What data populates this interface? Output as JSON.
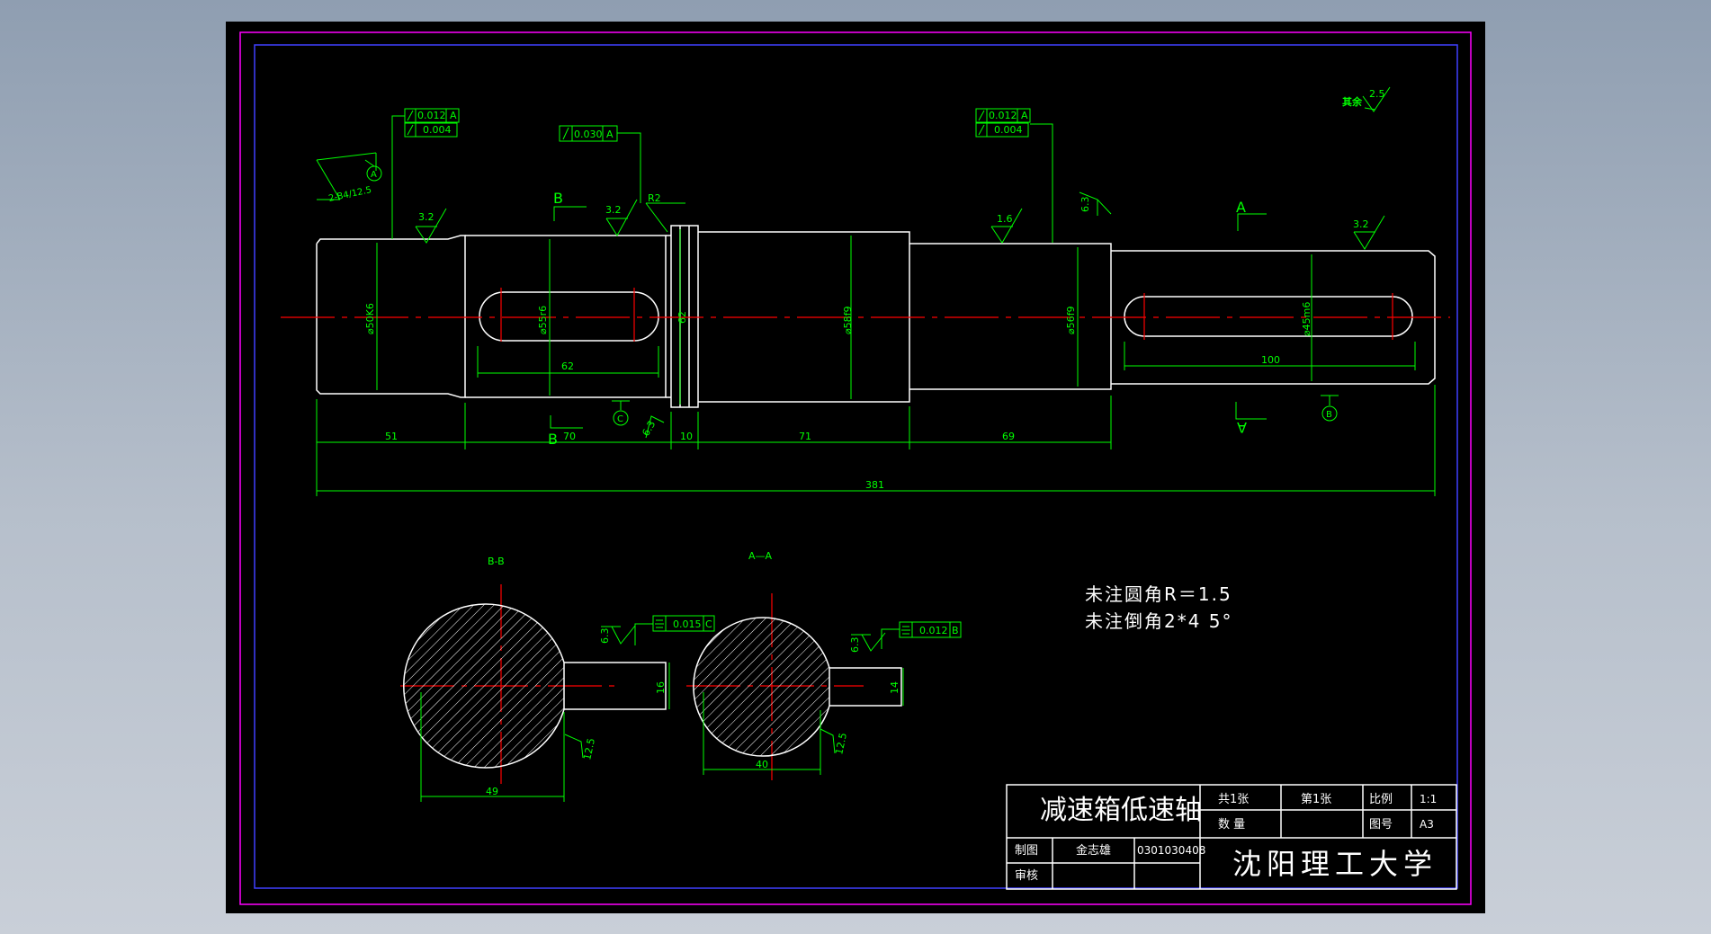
{
  "drawing": {
    "view_labels": {
      "section_b": "B-B",
      "section_a": "A—A"
    },
    "cut_letters": {
      "b_top": "B",
      "b_bottom": "B",
      "a_top": "A",
      "a_bottom": "A"
    },
    "datums": [
      "A",
      "C",
      "B"
    ],
    "diameters": {
      "d50k6": "⌀50K6",
      "d55r6": "⌀55r6",
      "d58f9": "⌀58f9",
      "d56f9": "⌀56f9",
      "d45m6": "⌀45m6"
    },
    "dims": {
      "collar_height": "62",
      "keyway1_len": "62",
      "keyway2_len": "100",
      "d51": "51",
      "d70": "70",
      "d10": "10",
      "d71": "71",
      "d69": "69",
      "total": "381",
      "bb_width": "49",
      "bb_key": "16",
      "aa_width": "40",
      "aa_key": "14"
    },
    "roughness": {
      "r1": "3.2",
      "r2": "3.2",
      "r3": "1.6",
      "r4": "6.3",
      "r5": "3.2",
      "r6": "6.3",
      "bb_side": "6.3",
      "bb_bottom": "12.5",
      "aa_side": "6.3",
      "aa_bottom": "12.5",
      "rest_prefix": "其余",
      "rest_value": "2.5"
    },
    "radius_note": "R2",
    "center_hole_note": "2-B4/12.5",
    "tolerances": {
      "left_runout": "0.012",
      "left_runout_ref": "A",
      "left_cyl": "0.004",
      "mid_runout": "0.030",
      "mid_runout_ref": "A",
      "right_runout": "0.012",
      "right_runout_ref": "A",
      "right_cyl": "0.004",
      "bb_sym": "0.015",
      "bb_sym_ref": "C",
      "aa_sym": "0.012",
      "aa_sym_ref": "B"
    },
    "notes": {
      "line1": "未注圆角R＝1.5",
      "line2": "未注倒角2*4 5°"
    }
  },
  "title_block": {
    "part_name": "减速箱低速轴",
    "sheets_total": "共1张",
    "sheet_no": "第1张",
    "scale_label": "比例",
    "scale_value": "1:1",
    "qty_label": "数 量",
    "drawing_no_label": "图号",
    "drawing_no_value": "A3",
    "drawn_by_label": "制图",
    "drawn_by": "金志雄",
    "student_id": "0301030408",
    "checked_by_label": "审核",
    "school": "沈阳理工大学"
  },
  "colors": {
    "background": "#000000",
    "outline": "#ffffff",
    "dimension": "#00ff00",
    "center_line": "#ff0000",
    "sheet_border_outer": "#ff00ff",
    "sheet_border_inner": "#0000ff"
  }
}
